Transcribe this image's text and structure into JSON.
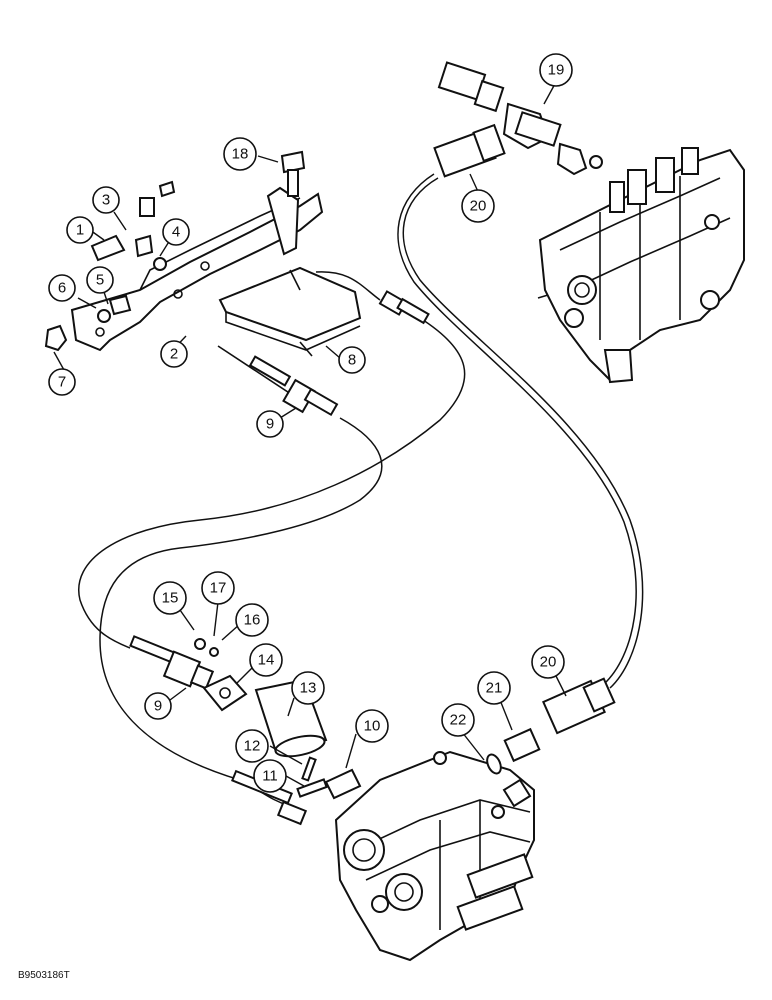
{
  "callouts": [
    {
      "label": "1"
    },
    {
      "label": "2"
    },
    {
      "label": "3"
    },
    {
      "label": "4"
    },
    {
      "label": "5"
    },
    {
      "label": "6"
    },
    {
      "label": "7"
    },
    {
      "label": "8"
    },
    {
      "label": "9"
    },
    {
      "label": "9"
    },
    {
      "label": "10"
    },
    {
      "label": "11"
    },
    {
      "label": "12"
    },
    {
      "label": "13"
    },
    {
      "label": "14"
    },
    {
      "label": "15"
    },
    {
      "label": "16"
    },
    {
      "label": "17"
    },
    {
      "label": "18"
    },
    {
      "label": "19"
    },
    {
      "label": "20"
    },
    {
      "label": "20"
    },
    {
      "label": "21"
    },
    {
      "label": "22"
    }
  ],
  "document_id": "B9503186T"
}
